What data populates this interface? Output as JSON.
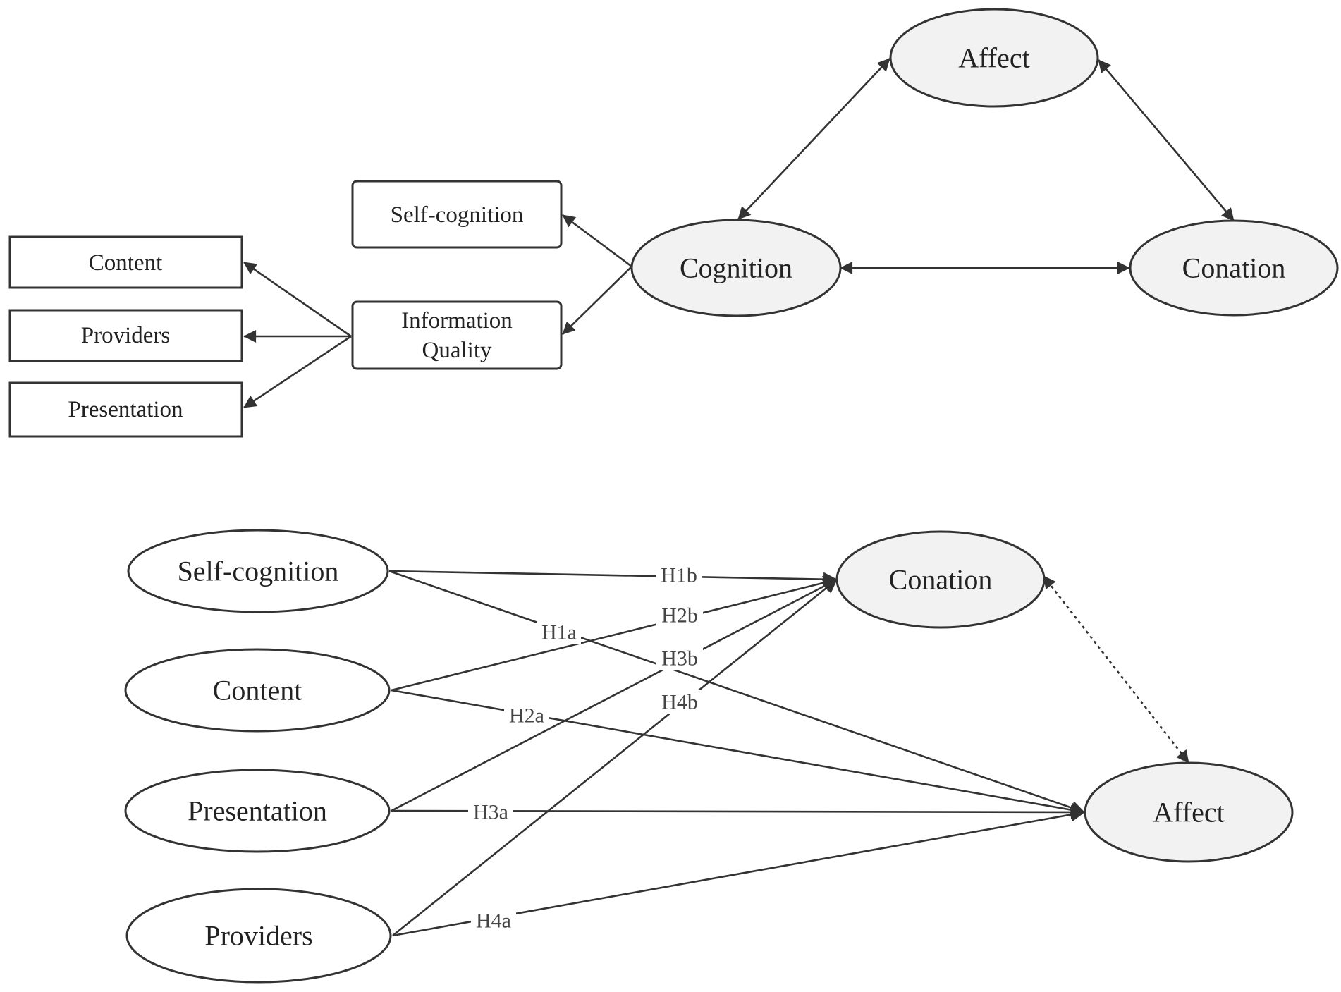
{
  "top_model": {
    "nodes": {
      "content": "Content",
      "providers": "Providers",
      "presentation": "Presentation",
      "self_cognition": "Self-cognition",
      "information_quality_line1": "Information",
      "information_quality_line2": "Quality",
      "cognition": "Cognition",
      "affect": "Affect",
      "conation": "Conation"
    }
  },
  "bottom_model": {
    "nodes": {
      "self_cognition": "Self-cognition",
      "content": "Content",
      "presentation": "Presentation",
      "providers": "Providers",
      "conation": "Conation",
      "affect": "Affect"
    },
    "hypotheses": {
      "h1a": "H1a",
      "h1b": "H1b",
      "h2a": "H2a",
      "h2b": "H2b",
      "h3a": "H3a",
      "h3b": "H3b",
      "h4a": "H4a",
      "h4b": "H4b"
    }
  },
  "colors": {
    "stroke": "#333333",
    "construct_fill": "#f2f2f2",
    "background": "#ffffff"
  }
}
